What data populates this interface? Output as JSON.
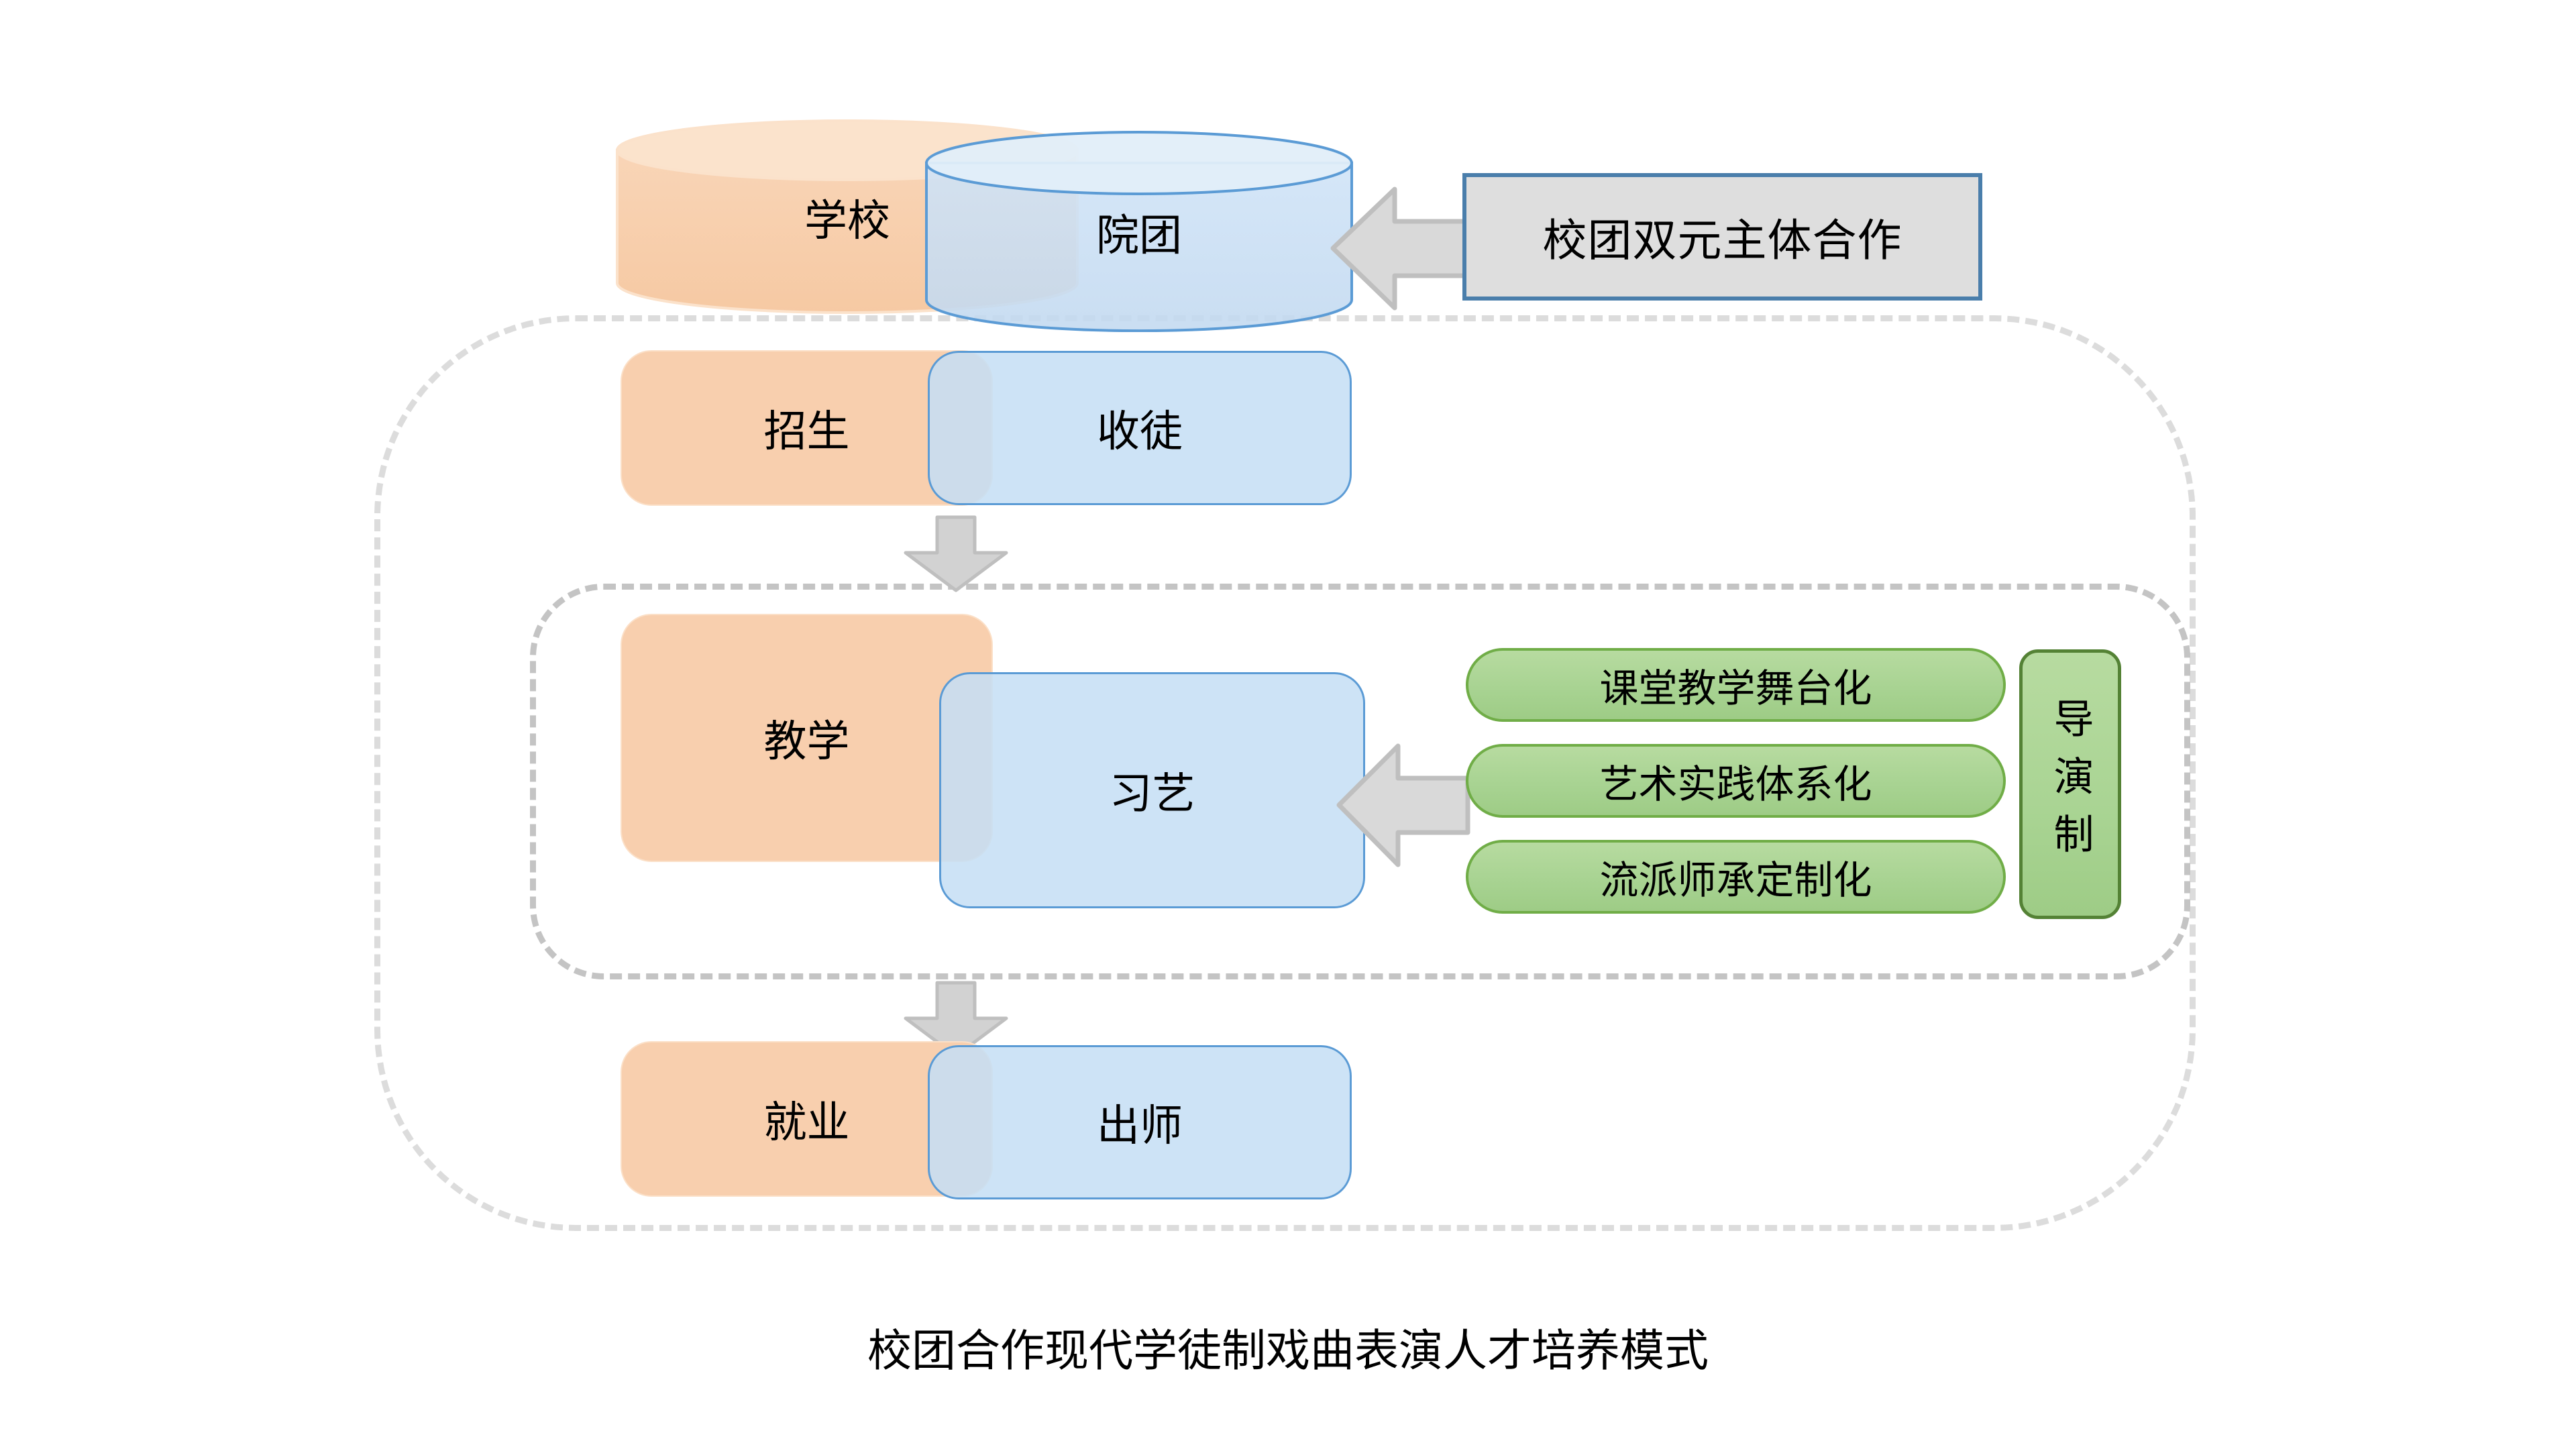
{
  "diagram": {
    "caption": "校团合作现代学徒制戏曲表演人才培养模式",
    "rows": [
      {
        "id": "row-partnership",
        "left_label": "学校",
        "right_label": "院团",
        "shape": "cylinder",
        "callout": "校团双元主体合作"
      },
      {
        "id": "row-recruit",
        "left_label": "招生",
        "right_label": "收徒",
        "shape": "rounded-rect"
      },
      {
        "id": "row-teaching",
        "left_label": "教学",
        "right_label": "习艺",
        "shape": "rounded-rect"
      },
      {
        "id": "row-employment",
        "left_label": "就业",
        "right_label": "出师",
        "shape": "rounded-rect"
      }
    ],
    "pills": [
      "课堂教学舞台化",
      "艺术实践体系化",
      "流派师承定制化"
    ],
    "vertical_tag": "导演制",
    "icons": {
      "down_arrow_1": "arrow-down-icon",
      "down_arrow_2": "arrow-down-icon",
      "left_arrow_1": "arrow-left-icon",
      "left_arrow_2": "arrow-left-icon"
    },
    "colors": {
      "orange_fill": "#f8cfae",
      "blue_fill": "#c5def5",
      "blue_stroke": "#5b9bd5",
      "green_fill": "#a8d392",
      "green_stroke": "#70ad47",
      "green_stroke_dark": "#548235",
      "gray_fill": "#dedede",
      "gray_box_stroke": "#4a7eab",
      "arrow_fill": "#d9d9d9",
      "arrow_stroke": "#bfbfbf",
      "dashed_outer": "#dcdcdc",
      "dashed_inner": "#c4c4c4"
    }
  }
}
